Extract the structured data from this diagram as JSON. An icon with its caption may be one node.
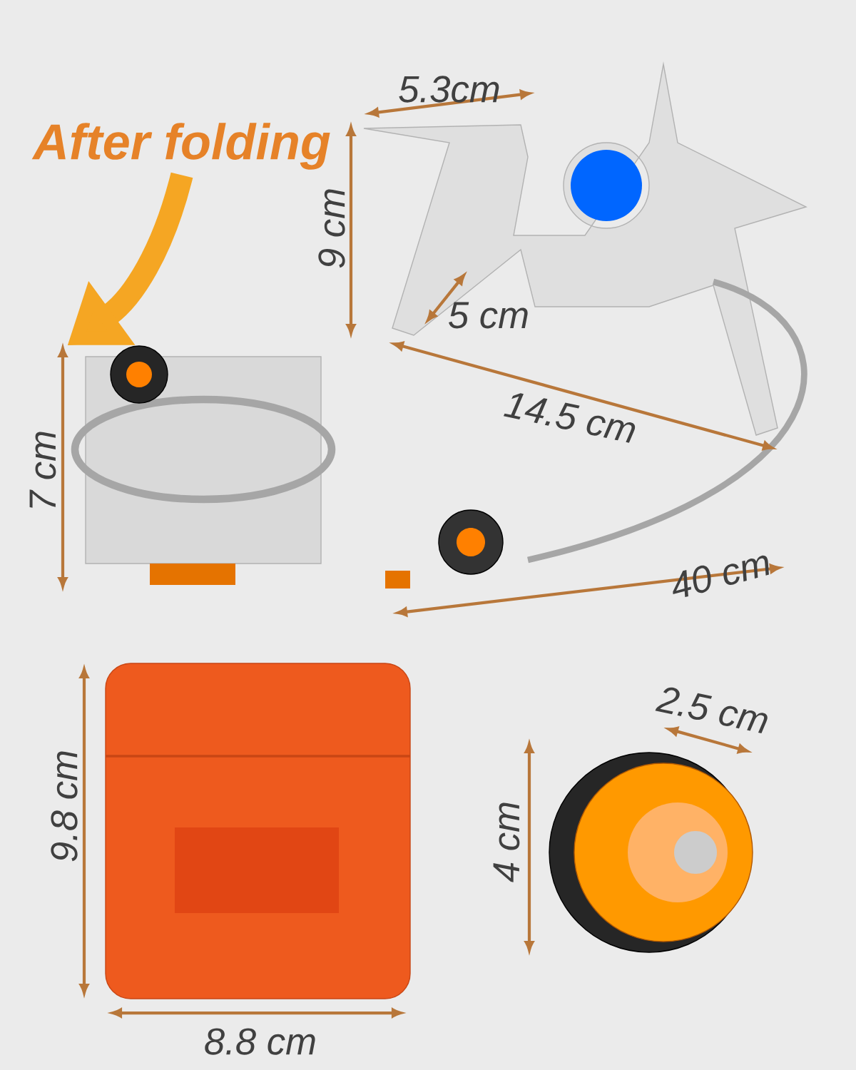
{
  "diagram": {
    "nodes": [
      {
        "text": [
          "After folding"
        ]
      },
      {
        "text": [],
        "shape": "picture"
      }
    ],
    "edges": [
      {
        "from": 0,
        "to": 1,
        "arrow": "to"
      }
    ],
    "labels": [
      "5.3cm",
      "9 cm",
      "5 cm",
      "7 cm",
      "14.5 cm",
      "40 cm",
      "2.5 cm",
      "9.8 cm",
      "4 cm",
      "8.8 cm"
    ]
  }
}
